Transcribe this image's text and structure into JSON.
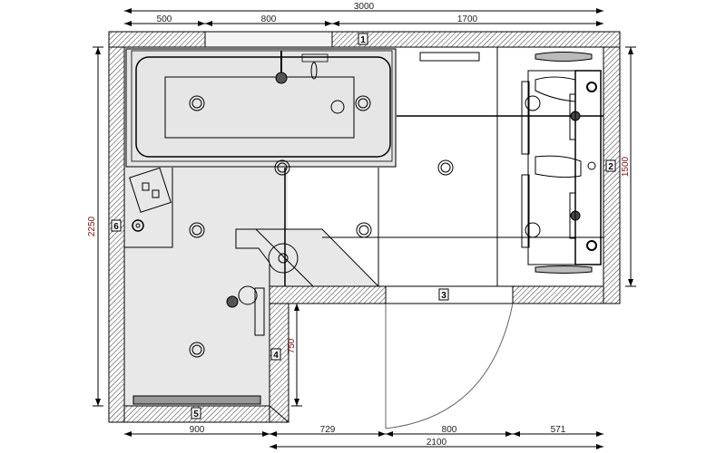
{
  "title": "Bathroom floor plan",
  "dimensions": {
    "top_total": "3000",
    "top_segments": [
      "500",
      "800",
      "1700"
    ],
    "bottom_segments": [
      "900",
      "729",
      "800",
      "571"
    ],
    "bottom_total": "2100",
    "left_height": "2250",
    "right_height": "1500",
    "inner_height": "750"
  },
  "wall_labels": [
    "1",
    "2",
    "3",
    "4",
    "5",
    "6"
  ],
  "colors": {
    "floor": "#e8e8e8",
    "line": "#000000",
    "dim_vertical": "#7a1010"
  }
}
